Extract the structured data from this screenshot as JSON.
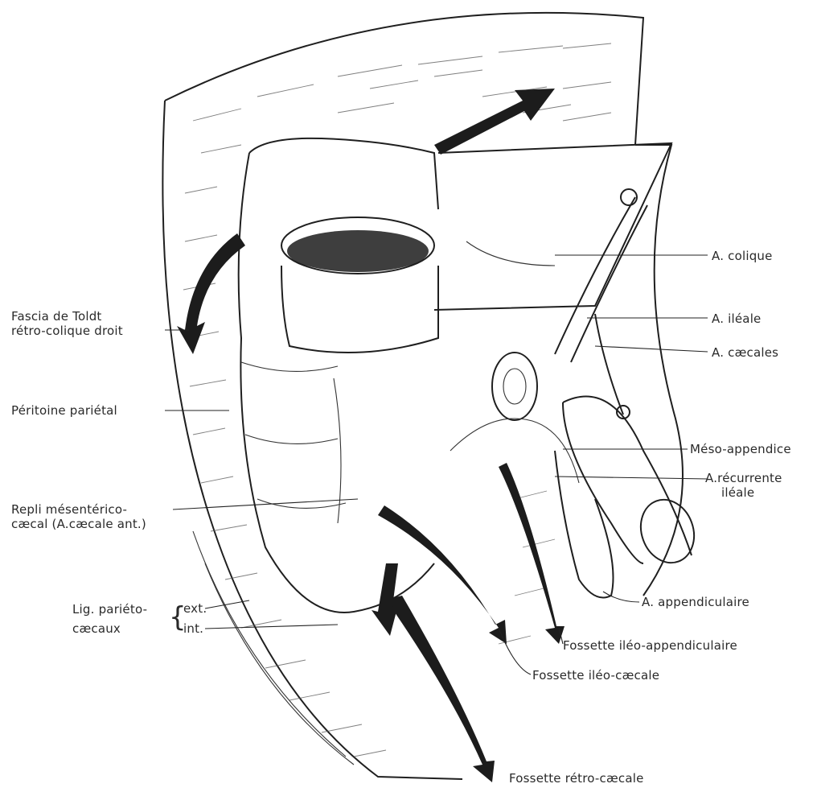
{
  "labels": {
    "colique": "A. colique",
    "ileale": "A. iléale",
    "caecales": "A. cæcales",
    "fascia_l1": "Fascia de Toldt",
    "fascia_l2": "rétro-colique droit",
    "peritoine": "Péritoine pariétal",
    "meso": "Méso-appendice",
    "recurrente_l1": "A.récurrente",
    "recurrente_l2": "iléale",
    "repli_l1": "Repli mésentérico-",
    "repli_l2": "cæcal  (A.cæcale ant.)",
    "lig_l1": "Lig. pariéto-",
    "lig_l2": "cæcaux",
    "lig_ext": "ext.",
    "lig_int": "int.",
    "appendiculaire": "A. appendiculaire",
    "fossette_ileo_app": "Fossette iléo-appendiculaire",
    "fossette_ileo_caecale": "Fossette iléo-cæcale",
    "fossette_retro": "Fossette rétro-cæcale"
  }
}
